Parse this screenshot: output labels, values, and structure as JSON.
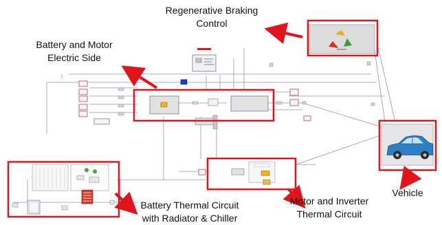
{
  "labels": {
    "regen": {
      "line1": "Regenerative Braking",
      "line2": "Control"
    },
    "battery_motor": {
      "line1": "Battery and Motor",
      "line2": "Electric Side"
    },
    "vehicle": {
      "line1": "Vehicle"
    },
    "battery_thermal": {
      "line1": "Battery Thermal Circuit",
      "line2": "with Radiator & Chiller"
    },
    "motor_thermal": {
      "line1": "Motor and Inverter",
      "line2": "Thermal Circuit"
    }
  },
  "colors": {
    "highlight": "#e0141b",
    "wire": "#8a8fd6",
    "block_fill": "#e2e2e2",
    "block_stroke": "#7a7a7a",
    "car_body": "#2f7fc4"
  },
  "icons": [
    "recycle-icon",
    "car-icon",
    "battery-icon",
    "motor-icon",
    "heat-exchanger-icon"
  ]
}
